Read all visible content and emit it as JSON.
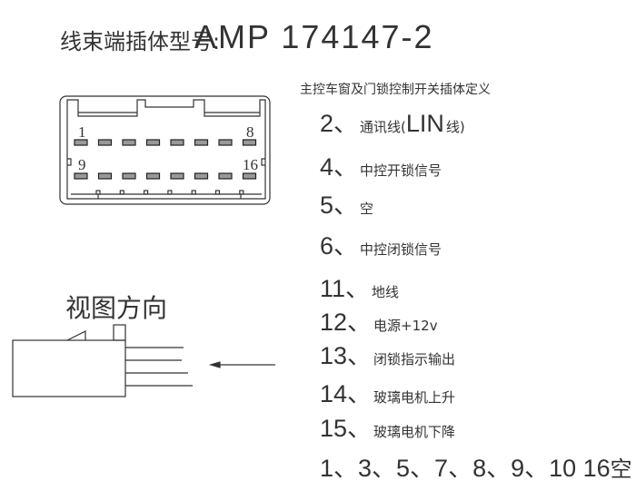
{
  "title": {
    "label": "线束端插体型号:",
    "model": "AMP  174147-2"
  },
  "connector": {
    "pin_labels": [
      "1",
      "8",
      "9",
      "16"
    ],
    "pins_per_row": 8,
    "rows": 2
  },
  "view_direction_label": "视图方向",
  "definition": {
    "header": "主控车窗及门锁控制开关插体定义",
    "items": [
      {
        "num": "2、",
        "desc": "通讯线(",
        "extra": "LIN",
        "tail": "线)"
      },
      {
        "num": "4、",
        "desc": "中控开锁信号"
      },
      {
        "num": "5、",
        "desc": "空"
      },
      {
        "num": "6、",
        "desc": "中控闭锁信号"
      },
      {
        "num": "11、",
        "desc": "地线"
      },
      {
        "num": "12、",
        "desc": "电源+12v"
      },
      {
        "num": "13、",
        "desc": "闭锁指示输出"
      },
      {
        "num": "14、",
        "desc": "玻璃电机上升"
      },
      {
        "num": "15、",
        "desc": "玻璃电机下降"
      },
      {
        "num": "1、3、5、7、8、9、10 16",
        "desc": "空"
      }
    ]
  }
}
